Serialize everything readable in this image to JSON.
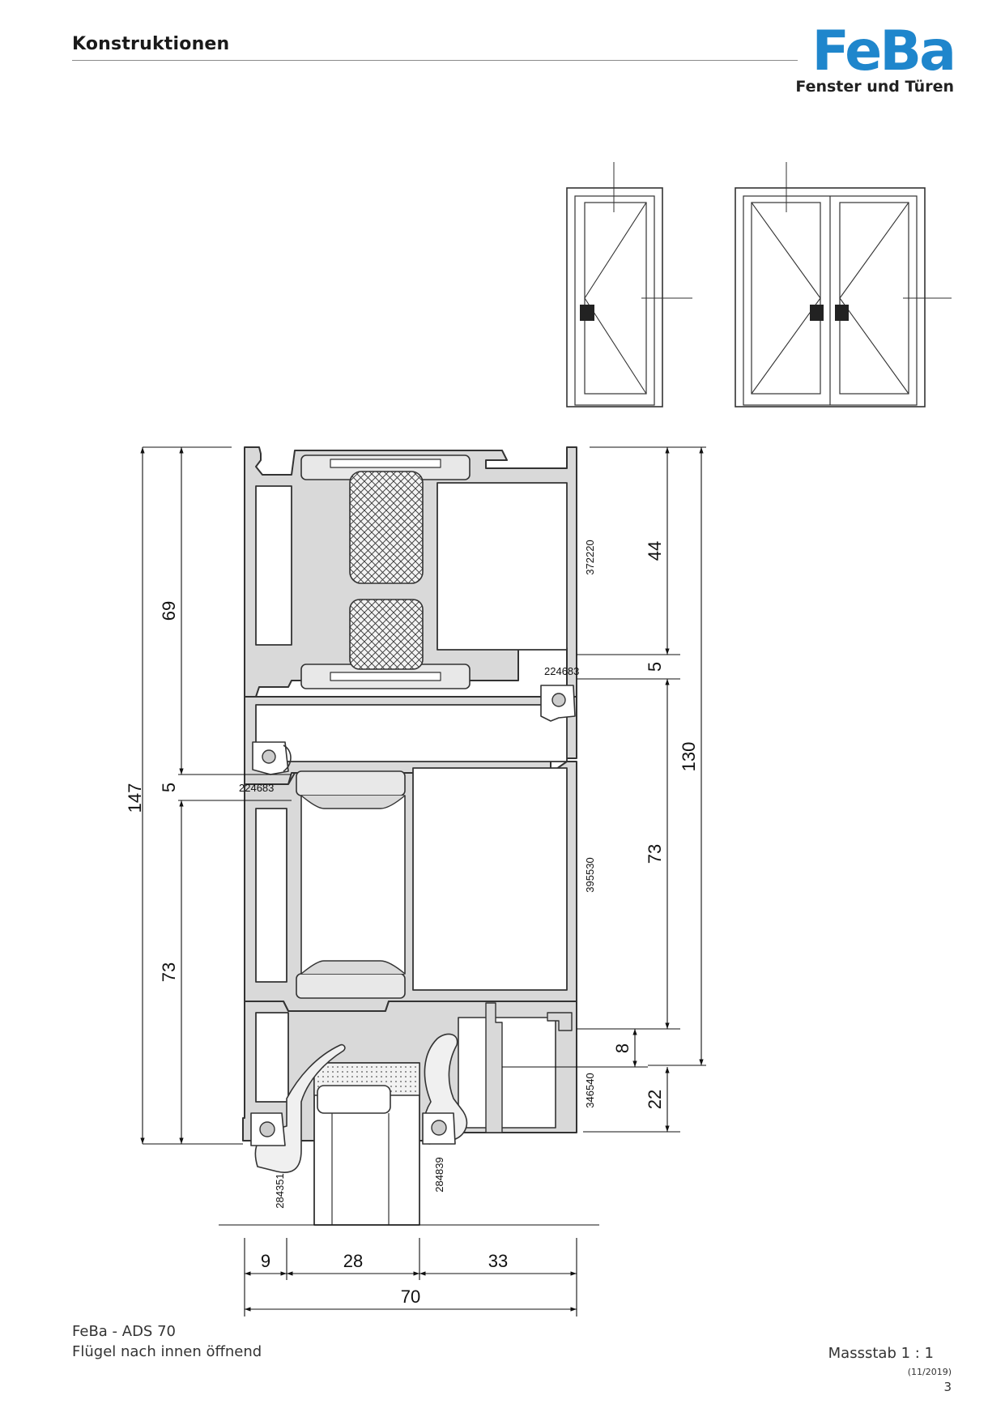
{
  "header": {
    "title": "Konstruktionen",
    "logo_text": "FeBa",
    "logo_tagline": "Fenster und Türen",
    "brand_color": "#1f86cc"
  },
  "dimensions": {
    "left_total": "147",
    "left_upper": "69",
    "left_gap": "5",
    "left_lower": "73",
    "right_total": "130",
    "right_top": "44",
    "right_gap": "5",
    "right_middle": "73",
    "right_small": "8",
    "right_bottom": "22",
    "bottom_a": "9",
    "bottom_b": "28",
    "bottom_c": "33",
    "bottom_total": "70"
  },
  "parts": {
    "gasket_upper": "224683",
    "gasket_lower": "224683",
    "frame_profile": "372220",
    "sash_profile": "395530",
    "bottom_profile": "346540",
    "seal_left": "284351",
    "seal_right": "284839"
  },
  "footer": {
    "product": "FeBa - ADS 70",
    "description": "Flügel nach innen öffnend",
    "scale": "Massstab 1 : 1",
    "date": "(11/2019)",
    "page": "3"
  }
}
